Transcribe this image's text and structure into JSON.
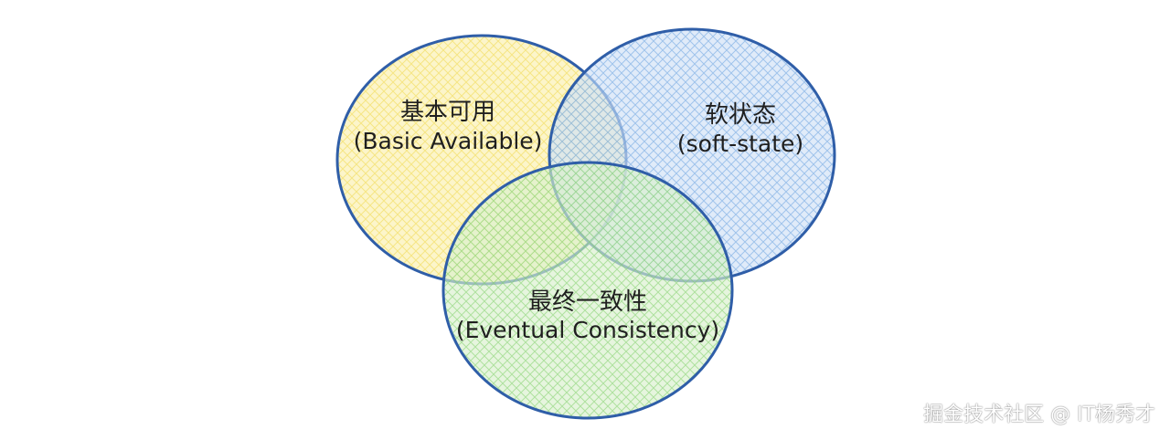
{
  "diagram": {
    "circles": [
      {
        "id": "basic-available",
        "title_zh": "基本可用",
        "title_en": "(Basic Available)",
        "fill_color": "#f6e58d",
        "stroke_color": "#2f5ea8"
      },
      {
        "id": "soft-state",
        "title_zh": "软状态",
        "title_en": "(soft-state)",
        "fill_color": "#a8c8f0",
        "stroke_color": "#2f5ea8"
      },
      {
        "id": "eventual-consistency",
        "title_zh": "最终一致性",
        "title_en": "(Eventual Consistency)",
        "fill_color": "#b9e4a8",
        "stroke_color": "#2f5ea8"
      }
    ]
  },
  "watermark": {
    "text": "掘金技术社区 @ IT杨秀才"
  }
}
